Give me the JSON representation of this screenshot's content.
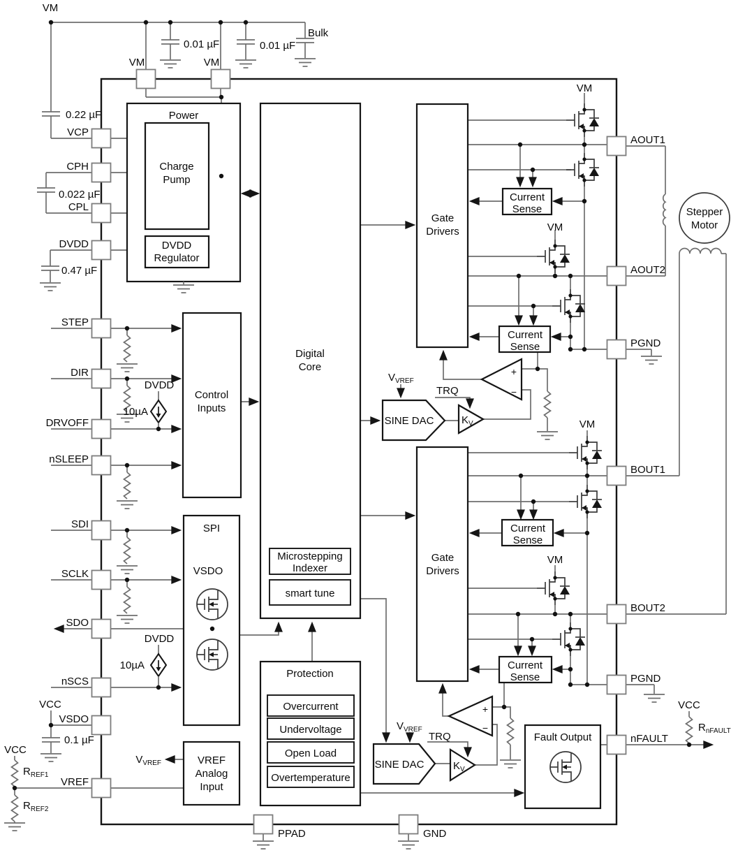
{
  "diagram": {
    "pins": {
      "top": [
        "VM",
        "VM"
      ],
      "left": [
        "VCP",
        "CPH",
        "CPL",
        "DVDD",
        "STEP",
        "DIR",
        "DRVOFF",
        "nSLEEP",
        "SDI",
        "SCLK",
        "SDO",
        "nSCS",
        "VSDO",
        "VREF"
      ],
      "right": [
        "AOUT1",
        "AOUT2",
        "PGND",
        "BOUT1",
        "BOUT2",
        "PGND",
        "nFAULT"
      ],
      "bottom": [
        "PPAD",
        "GND"
      ]
    },
    "supplies": {
      "vm": "VM",
      "vcc": "VCC",
      "bulk": "Bulk",
      "dvdd": "DVDD"
    },
    "capacitors": {
      "c1": "0.01 µF",
      "c2": "0.01 µF",
      "c_vcp": "0.22 µF",
      "c_cp": "0.022 µF",
      "c_dvdd": "0.47 µF",
      "c_vsdo": "0.1 µF"
    },
    "current_source": "10µA",
    "blocks": {
      "power": "Power",
      "charge_pump_1": "Charge",
      "charge_pump_2": "Pump",
      "dvdd_reg_1": "DVDD",
      "dvdd_reg_2": "Regulator",
      "control_1": "Control",
      "control_2": "Inputs",
      "digital_1": "Digital",
      "digital_2": "Core",
      "spi": "SPI",
      "vsdo_int": "VSDO",
      "microstep_1": "Microstepping",
      "microstep_2": "Indexer",
      "smart_tune": "smart tune",
      "protection": "Protection",
      "overcurrent": "Overcurrent",
      "undervoltage": "Undervoltage",
      "open_load": "Open Load",
      "overtemperature": "Overtemperature",
      "gate_drivers_1": "Gate",
      "gate_drivers_2": "Drivers",
      "current_sense_1": "Current",
      "current_sense_2": "Sense",
      "vref_in_1": "VREF",
      "vref_in_2": "Analog",
      "vref_in_3": "Input",
      "fault_output": "Fault Output",
      "sine_dac": "SINE DAC",
      "kv_main": "K",
      "kv_sub": "V",
      "motor_1": "Stepper",
      "motor_2": "Motor"
    },
    "signals": {
      "trq": "TRQ",
      "plus": "+",
      "minus": "−",
      "v_main": "V",
      "vref_sub": "VREF"
    },
    "resistors": {
      "r_main": "R",
      "ref1_sub": "REF1",
      "ref2_sub": "REF2",
      "nfault_sub": "nFAULT"
    }
  }
}
